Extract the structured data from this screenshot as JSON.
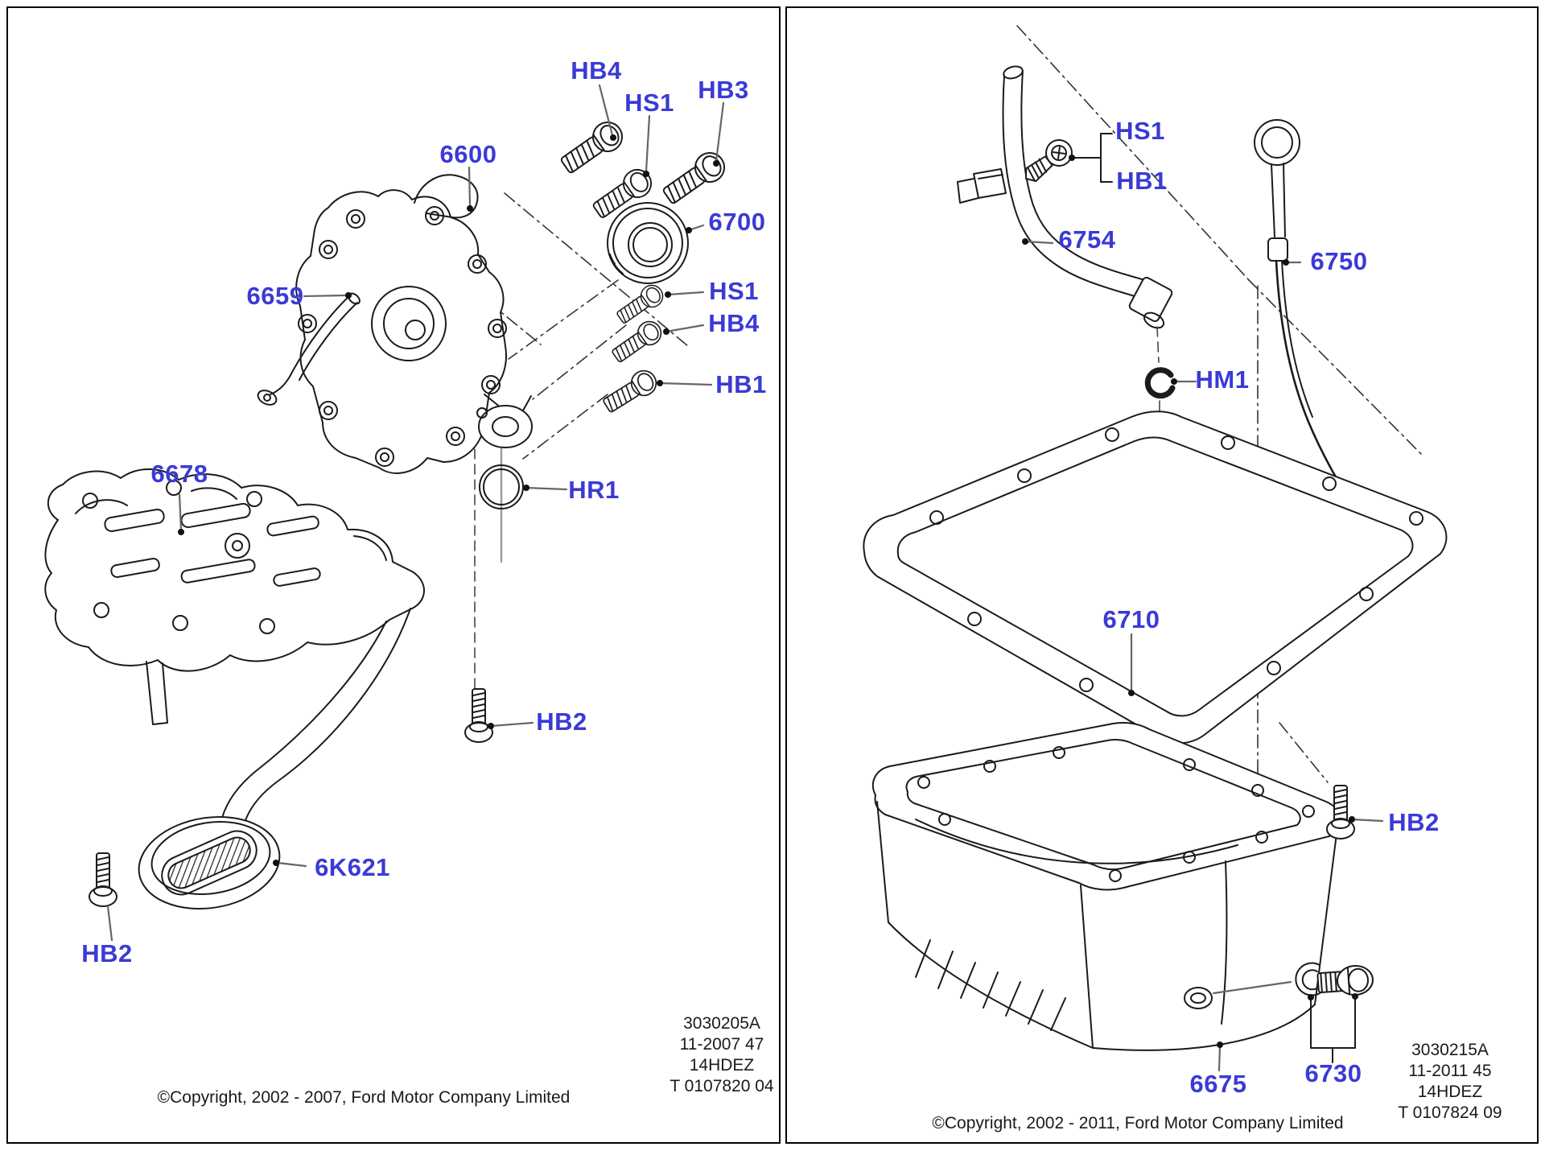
{
  "panels": [
    {
      "labels": [
        "HB4",
        "HS1",
        "HB3",
        "6600",
        "6700",
        "HS1",
        "HB4",
        "HB1",
        "6659",
        "6678",
        "HR1",
        "HB2",
        "6K621",
        "HB2"
      ],
      "footer_lines": [
        "3030205A",
        "11-2007 47",
        "14HDEZ",
        "T 0107820 04"
      ],
      "copyright": "©Copyright, 2002 - 2007, Ford Motor Company Limited"
    },
    {
      "labels": [
        "HS1",
        "HB1",
        "6754",
        "6750",
        "HM1",
        "6710",
        "HB2",
        "6675",
        "6730"
      ],
      "footer_lines": [
        "3030215A",
        "11-2011 45",
        "14HDEZ",
        "T 0107824 09"
      ],
      "copyright": "©Copyright, 2002 - 2011, Ford Motor Company Limited"
    }
  ],
  "colors": {
    "part_label": "#3a3ad6",
    "line_art": "#1b1b1b",
    "leader_line": "#666666",
    "background": "#ffffff"
  }
}
